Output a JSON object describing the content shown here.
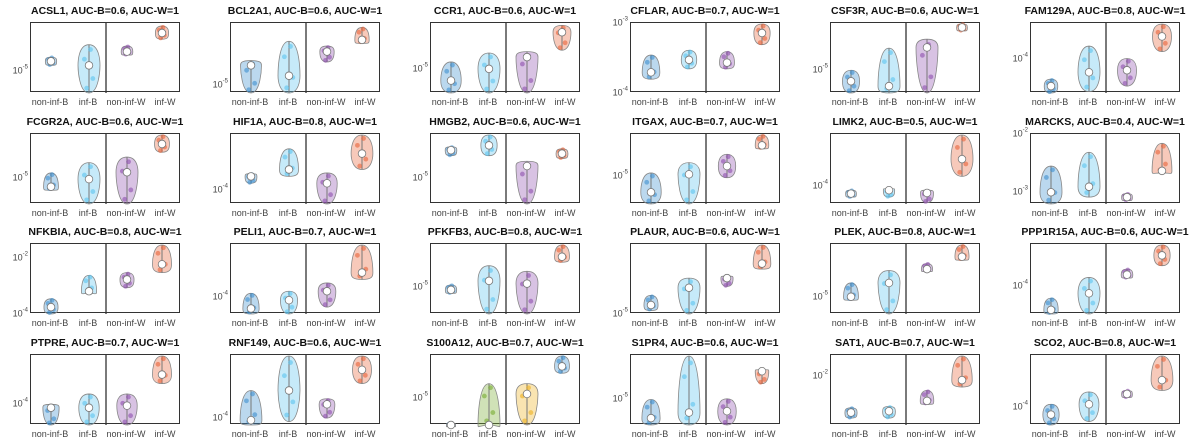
{
  "chart_data": {
    "type": "violin",
    "y_scale": "log",
    "ylim_normalized": [
      0,
      1
    ],
    "categories": [
      "non-inf-B",
      "inf-B",
      "non-inf-W",
      "inf-W"
    ],
    "colors": {
      "non-inf-B": "#3d8fcf",
      "inf-B": "#5cc3ee",
      "non-inf-W": "#8e4fae",
      "inf-W": "#e8643a"
    },
    "alt_colors": [
      "#3d8fcf",
      "#77ac30",
      "#edb120",
      "#3d8fcf"
    ],
    "panels": [
      {
        "title": "ACSL1, AUC-B=0.6, AUC-W=1",
        "ticks": [
          {
            "base": "10",
            "exp": "-5",
            "pos": 0.31
          }
        ],
        "violins": [
          [
            0.4,
            0.46,
            0.52
          ],
          [
            0,
            0.4,
            0.7
          ],
          [
            0.55,
            0.6,
            0.68
          ],
          [
            0.78,
            0.87,
            0.97
          ]
        ]
      },
      {
        "title": "BCL2A1, AUC-B=0.6, AUC-W=1",
        "ticks": [
          {
            "base": "10",
            "exp": "-5",
            "pos": 0.12
          }
        ],
        "violins": [
          [
            0,
            0.4,
            0.47
          ],
          [
            0,
            0.25,
            0.75
          ],
          [
            0.45,
            0.6,
            0.68
          ],
          [
            0.72,
            0.77,
            0.95
          ]
        ]
      },
      {
        "title": "CCR1, AUC-B=0.6, AUC-W=1",
        "ticks": [
          {
            "base": "10",
            "exp": "-5",
            "pos": 0.35
          }
        ],
        "violins": [
          [
            0,
            0.18,
            0.45
          ],
          [
            0,
            0.35,
            0.58
          ],
          [
            0,
            0.52,
            0.6
          ],
          [
            0.62,
            0.88,
            0.98
          ]
        ]
      },
      {
        "title": "CFLAR, AUC-B=0.7, AUC-W=1",
        "ticks": [
          {
            "base": "10",
            "exp": "-3",
            "pos": 1.0
          },
          {
            "base": "10",
            "exp": "-4",
            "pos": 0.0
          }
        ],
        "violins": [
          [
            0.2,
            0.3,
            0.55
          ],
          [
            0.35,
            0.48,
            0.62
          ],
          [
            0.35,
            0.44,
            0.6
          ],
          [
            0.7,
            0.87,
            1
          ]
        ]
      },
      {
        "title": "CSF3R, AUC-B=0.6, AUC-W=1",
        "ticks": [
          {
            "base": "10",
            "exp": "-5",
            "pos": 0.33
          }
        ],
        "violins": [
          [
            0,
            0.17,
            0.33
          ],
          [
            0,
            0.1,
            0.65
          ],
          [
            0,
            0.66,
            0.78
          ],
          [
            0.9,
            0.95,
            1
          ]
        ]
      },
      {
        "title": "FAM129A, AUC-B=0.8, AUC-W=1",
        "ticks": [
          {
            "base": "10",
            "exp": "-4",
            "pos": 0.48
          }
        ],
        "violins": [
          [
            0,
            0.1,
            0.2
          ],
          [
            0.02,
            0.3,
            0.68
          ],
          [
            0.1,
            0.33,
            0.5
          ],
          [
            0.6,
            0.82,
            1
          ]
        ]
      },
      {
        "title": "FCGR2A, AUC-B=0.6, AUC-W=1",
        "ticks": [
          {
            "base": "10",
            "exp": "-5",
            "pos": 0.37
          }
        ],
        "violins": [
          [
            0.2,
            0.25,
            0.45
          ],
          [
            0,
            0.36,
            0.6
          ],
          [
            0,
            0.46,
            0.68
          ],
          [
            0.75,
            0.87,
            1
          ]
        ]
      },
      {
        "title": "HIF1A, AUC-B=0.8, AUC-W=1",
        "ticks": [
          {
            "base": "10",
            "exp": "-4",
            "pos": 0.2
          }
        ],
        "violins": [
          [
            0.3,
            0.4,
            0.44
          ],
          [
            0.4,
            0.5,
            0.8
          ],
          [
            0,
            0.3,
            0.45
          ],
          [
            0.5,
            0.73,
            1
          ]
        ]
      },
      {
        "title": "HMGB2, AUC-B=0.6, AUC-W=1",
        "ticks": [
          {
            "base": "10",
            "exp": "-5",
            "pos": 0.37
          }
        ],
        "violins": [
          [
            0.7,
            0.78,
            0.83
          ],
          [
            0.7,
            0.85,
            1
          ],
          [
            0,
            0.55,
            0.62
          ],
          [
            0.66,
            0.73,
            0.8
          ]
        ]
      },
      {
        "title": "ITGAX, AUC-B=0.7, AUC-W=1",
        "ticks": [
          {
            "base": "10",
            "exp": "-5",
            "pos": 0.4
          }
        ],
        "violins": [
          [
            0,
            0.17,
            0.45
          ],
          [
            0,
            0.43,
            0.6
          ],
          [
            0.38,
            0.55,
            0.72
          ],
          [
            0.8,
            0.85,
            1
          ]
        ]
      },
      {
        "title": "LIMK2, AUC-B=0.5, AUC-W=1",
        "ticks": [
          {
            "base": "10",
            "exp": "-4",
            "pos": 0.25
          }
        ],
        "violins": [
          [
            0.1,
            0.15,
            0.2
          ],
          [
            0.1,
            0.2,
            0.22
          ],
          [
            0.02,
            0.16,
            0.2
          ],
          [
            0.4,
            0.65,
            1
          ]
        ]
      },
      {
        "title": "MARCKS, AUC-B=0.4, AUC-W=1",
        "ticks": [
          {
            "base": "10",
            "exp": "-2",
            "pos": 1.0
          },
          {
            "base": "10",
            "exp": "-3",
            "pos": 0.17
          }
        ],
        "violins": [
          [
            0,
            0.17,
            0.55
          ],
          [
            0.1,
            0.25,
            0.75
          ],
          [
            0.05,
            0.1,
            0.15
          ],
          [
            0.45,
            0.48,
            0.88
          ]
        ]
      },
      {
        "title": "NFKBIA, AUC-B=0.8, AUC-W=1",
        "ticks": [
          {
            "base": "10",
            "exp": "-2",
            "pos": 0.8
          },
          {
            "base": "10",
            "exp": "-4",
            "pos": 0.0
          }
        ],
        "violins": [
          [
            0,
            0.1,
            0.22
          ],
          [
            0.3,
            0.33,
            0.56
          ],
          [
            0.38,
            0.5,
            0.6
          ],
          [
            0.6,
            0.72,
            1
          ]
        ]
      },
      {
        "title": "PELI1, AUC-B=0.7, AUC-W=1",
        "ticks": [
          {
            "base": "10",
            "exp": "-4",
            "pos": 0.25
          }
        ],
        "violins": [
          [
            0,
            0.08,
            0.3
          ],
          [
            0,
            0.2,
            0.33
          ],
          [
            0.1,
            0.33,
            0.45
          ],
          [
            0.5,
            0.6,
            1
          ]
        ]
      },
      {
        "title": "PFKFB3, AUC-B=0.8, AUC-W=1",
        "ticks": [
          {
            "base": "10",
            "exp": "-5",
            "pos": 0.38
          }
        ],
        "violins": [
          [
            0.3,
            0.35,
            0.42
          ],
          [
            0,
            0.48,
            0.7
          ],
          [
            0,
            0.44,
            0.62
          ],
          [
            0.75,
            0.83,
            1
          ]
        ]
      },
      {
        "title": "PLAUR, AUC-B=0.6, AUC-W=1",
        "ticks": [
          {
            "base": "10",
            "exp": "-5",
            "pos": 0.0
          }
        ],
        "violins": [
          [
            0.05,
            0.13,
            0.27
          ],
          [
            0,
            0.38,
            0.52
          ],
          [
            0.4,
            0.52,
            0.55
          ],
          [
            0.65,
            0.73,
            1
          ]
        ]
      },
      {
        "title": "PLEK, AUC-B=0.8, AUC-W=1",
        "ticks": [
          {
            "base": "10",
            "exp": "-5",
            "pos": 0.25
          }
        ],
        "violins": [
          [
            0.2,
            0.25,
            0.45
          ],
          [
            0,
            0.45,
            0.63
          ],
          [
            0.62,
            0.65,
            0.73
          ],
          [
            0.78,
            0.83,
            1
          ]
        ]
      },
      {
        "title": "PPP1R15A, AUC-B=0.6, AUC-W=1",
        "ticks": [
          {
            "base": "10",
            "exp": "-4",
            "pos": 0.4
          }
        ],
        "violins": [
          [
            0,
            0.06,
            0.23
          ],
          [
            0,
            0.3,
            0.53
          ],
          [
            0.52,
            0.57,
            0.65
          ],
          [
            0.7,
            0.85,
            1
          ]
        ]
      },
      {
        "title": "PTPRE, AUC-B=0.7, AUC-W=1",
        "ticks": [
          {
            "base": "10",
            "exp": "-4",
            "pos": 0.3
          }
        ],
        "violins": [
          [
            0,
            0.25,
            0.3
          ],
          [
            0,
            0.25,
            0.45
          ],
          [
            0,
            0.28,
            0.45
          ],
          [
            0.6,
            0.73,
            1
          ]
        ]
      },
      {
        "title": "RNF149, AUC-B=0.6, AUC-W=1",
        "ticks": [
          {
            "base": "10",
            "exp": "-4",
            "pos": 0.1
          }
        ],
        "violins": [
          [
            0,
            0.07,
            0.5
          ],
          [
            0.05,
            0.5,
            1
          ],
          [
            0.1,
            0.3,
            0.38
          ],
          [
            0.6,
            0.8,
            1
          ]
        ]
      },
      {
        "title": "S100A12, AUC-B=0.7, AUC-W=1",
        "alt": true,
        "ticks": [
          {
            "base": "10",
            "exp": "-5",
            "pos": 0.38
          }
        ],
        "violins": [
          [
            0,
            0,
            0.02
          ],
          [
            0,
            0,
            0.6
          ],
          [
            0,
            0.45,
            0.6
          ],
          [
            0.75,
            0.85,
            1
          ]
        ]
      },
      {
        "title": "S1PR4, AUC-B=0.6, AUC-W=1",
        "ticks": [
          {
            "base": "10",
            "exp": "-5",
            "pos": 0.37
          }
        ],
        "violins": [
          [
            0,
            0.1,
            0.37
          ],
          [
            0,
            0.18,
            1
          ],
          [
            0,
            0.2,
            0.38
          ],
          [
            0.6,
            0.78,
            0.8
          ]
        ]
      },
      {
        "title": "SAT1, AUC-B=0.7, AUC-W=1",
        "ticks": [
          {
            "base": "10",
            "exp": "-2",
            "pos": 0.7
          }
        ],
        "violins": [
          [
            0.1,
            0.18,
            0.25
          ],
          [
            0.1,
            0.2,
            0.27
          ],
          [
            0.3,
            0.35,
            0.5
          ],
          [
            0.55,
            0.65,
            1
          ]
        ]
      },
      {
        "title": "SCO2, AUC-B=0.8, AUC-W=1",
        "ticks": [
          {
            "base": "10",
            "exp": "-4",
            "pos": 0.25
          }
        ],
        "violins": [
          [
            0,
            0.15,
            0.3
          ],
          [
            0.05,
            0.3,
            0.48
          ],
          [
            0.4,
            0.45,
            0.5
          ],
          [
            0.5,
            0.65,
            1
          ]
        ]
      }
    ]
  }
}
